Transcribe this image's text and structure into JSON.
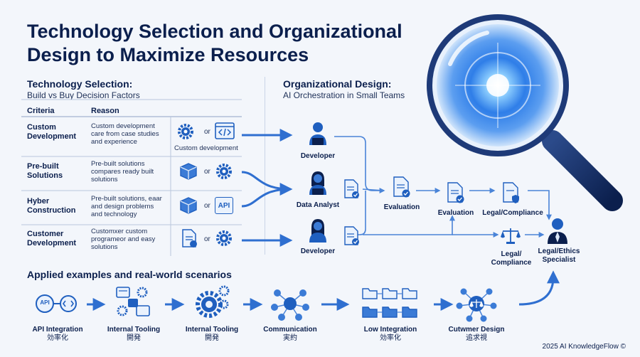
{
  "title": "Technology Selection and Organizational Design to Maximize Resources",
  "left_section": {
    "heading": "Technology Selection:",
    "subheading": "Build vs Buy Decision Factors",
    "col_criteria": "Criteria",
    "col_reason": "Reason",
    "rows": [
      {
        "criteria": "Custom Development",
        "reason": "Custom development care from case studies and experience",
        "or": "or",
        "caption": "Custom development"
      },
      {
        "criteria": "Pre-built Solutions",
        "reason": "Pre-built solutions compares ready built solutions",
        "or": "or",
        "caption": ""
      },
      {
        "criteria": "Hyber Construction",
        "reason": "Pre-built solutions, eaar and design problems and technology",
        "or": "or",
        "caption": ""
      },
      {
        "criteria": "Customer Development",
        "reason": "Customxer custom programeor and easy solutions",
        "or": "or",
        "caption": ""
      }
    ],
    "api_badge": "API"
  },
  "right_section": {
    "heading": "Organizational Design:",
    "subheading": "AI Orchestration in Small Teams",
    "nodes": {
      "developer1": "Developer",
      "data_analyst": "Data Analyst",
      "developer2": "Developer",
      "evaluation1": "Evaluation",
      "evaluation2": "Evaluation",
      "legal_compliance1": "Legal/Compliance",
      "legal_compliance2": "Legal/ Compliance",
      "legal_ethics": "Legal/Ethics Specialist"
    }
  },
  "examples": {
    "heading": "Applied examples and real-world scenarios",
    "items": [
      {
        "label": "API Integration",
        "sub": "効率化"
      },
      {
        "label": "Internal Tooling",
        "sub": "開発"
      },
      {
        "label": "Internal Tooling",
        "sub": "開発"
      },
      {
        "label": "Communication",
        "sub": "実約"
      },
      {
        "label": "Low Integration",
        "sub": "効率化"
      },
      {
        "label": "Cutwmer Design",
        "sub": "追求視"
      }
    ],
    "api_badge": "API"
  },
  "footer": "2025 AI KnowledgeFlow ©",
  "colors": {
    "primary": "#1f5fbf",
    "dark": "#0b1f4d",
    "light": "#dbe7f7",
    "background": "#f3f6fb"
  }
}
